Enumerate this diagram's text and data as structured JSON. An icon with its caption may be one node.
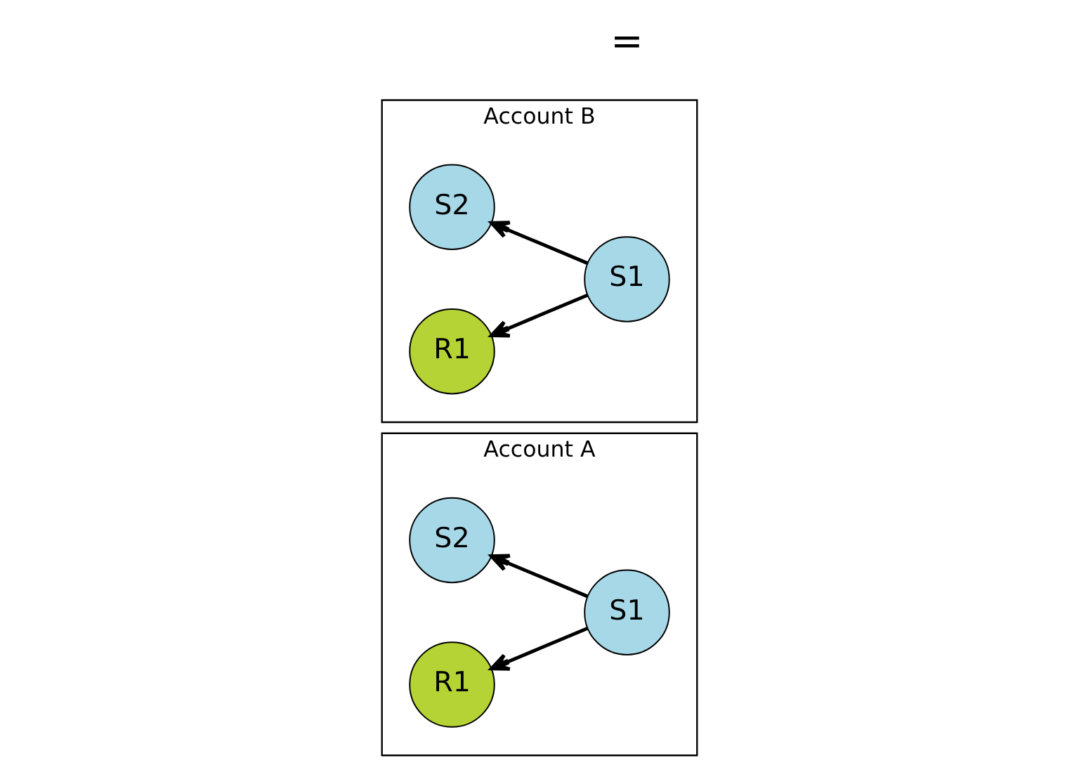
{
  "diagram": {
    "nodes": [
      {
        "text": [
          "Account B"
        ]
      },
      {
        "text": [
          "R1"
        ],
        "in": 0
      },
      {
        "text": [
          "S1"
        ],
        "in": 0
      },
      {
        "text": [
          "S2"
        ],
        "in": 0
      },
      {
        "text": [
          "Account A"
        ]
      },
      {
        "text": [
          "R1"
        ],
        "in": 4
      },
      {
        "text": [
          "S1"
        ],
        "in": 4
      },
      {
        "text": [
          "S2"
        ],
        "in": 4
      }
    ],
    "edges": [
      {
        "from": 2,
        "to": 1,
        "arrow": "to"
      },
      {
        "from": 2,
        "to": 3,
        "arrow": "to"
      },
      {
        "from": 6,
        "to": 5,
        "arrow": "to"
      },
      {
        "from": 6,
        "to": 7,
        "arrow": "to"
      }
    ],
    "labels": [
      "="
    ]
  }
}
